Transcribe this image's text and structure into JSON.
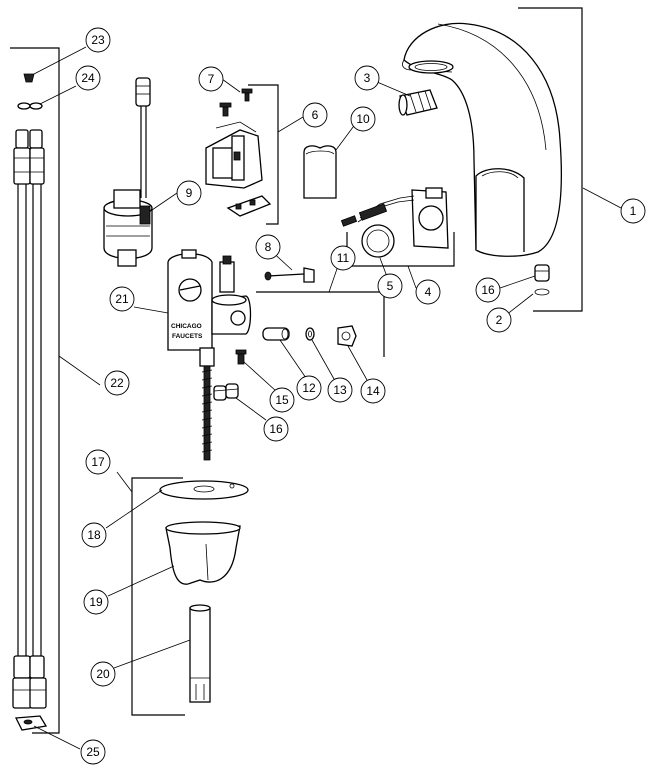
{
  "diagram": {
    "brand_text": [
      "CHICAGO",
      "FAUCETS"
    ],
    "callouts": [
      "1",
      "2",
      "3",
      "4",
      "5",
      "6",
      "7",
      "8",
      "9",
      "10",
      "11",
      "12",
      "13",
      "14",
      "15",
      "16",
      "16",
      "17",
      "18",
      "19",
      "20",
      "21",
      "22",
      "23",
      "24",
      "25"
    ]
  }
}
